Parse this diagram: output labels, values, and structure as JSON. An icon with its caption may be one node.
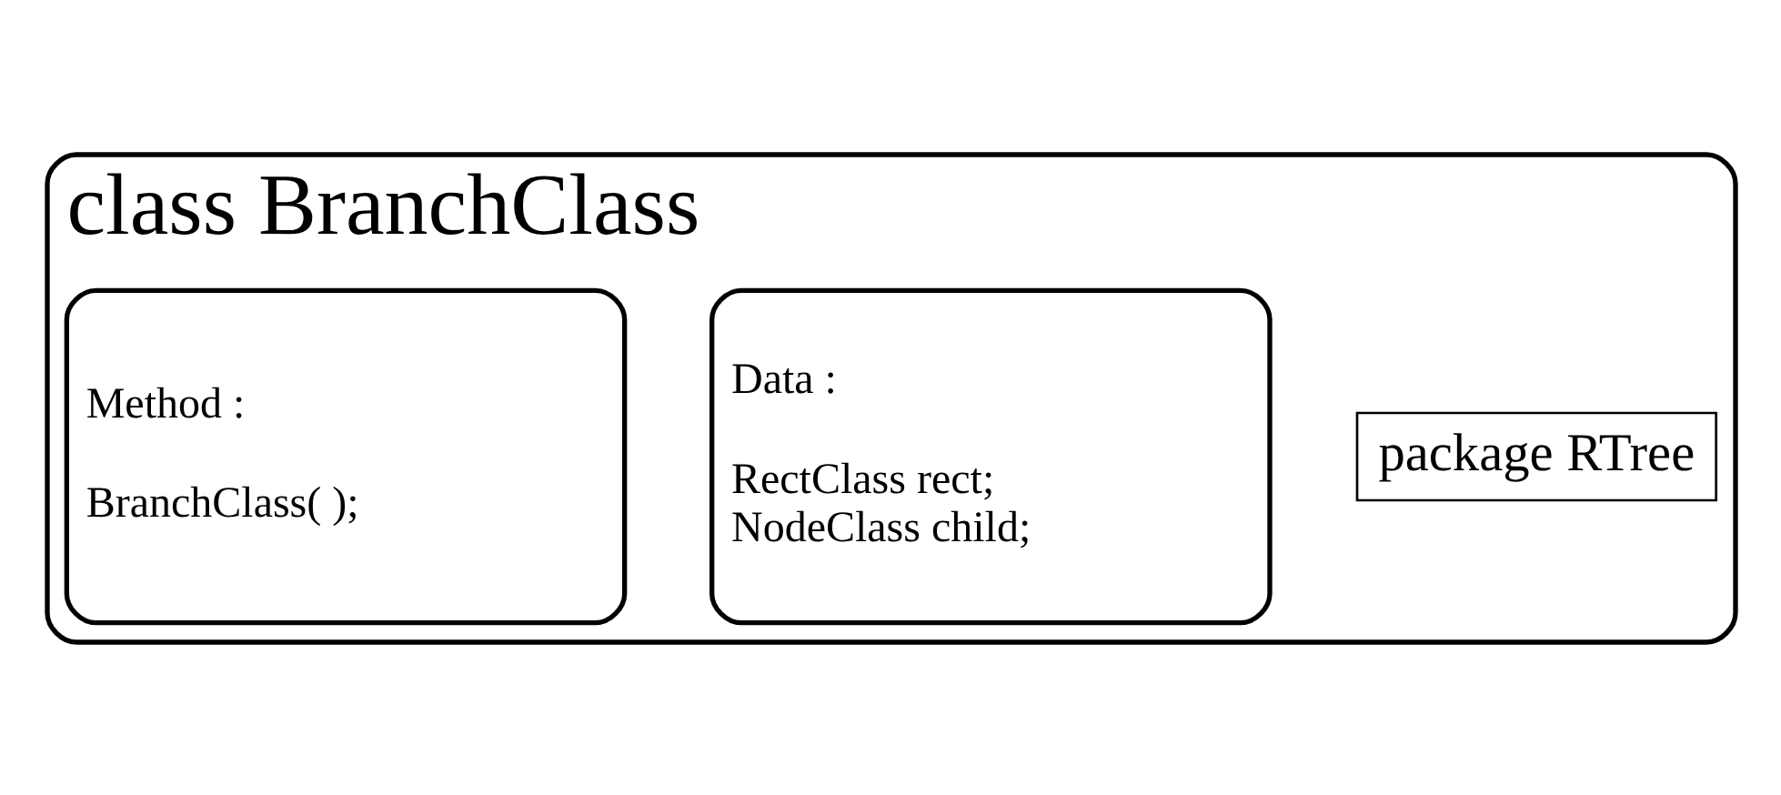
{
  "diagram": {
    "nodes": [
      {
        "text": [
          "class BranchClass"
        ]
      },
      {
        "text": [
          "package RTree"
        ],
        "in": 0
      },
      {
        "text": [
          "Data :",
          "RectClass rect;",
          "NodeClass child;"
        ],
        "in": 0
      },
      {
        "text": [
          "Method :",
          "BranchClass( );"
        ],
        "in": 0
      }
    ],
    "edges": []
  }
}
